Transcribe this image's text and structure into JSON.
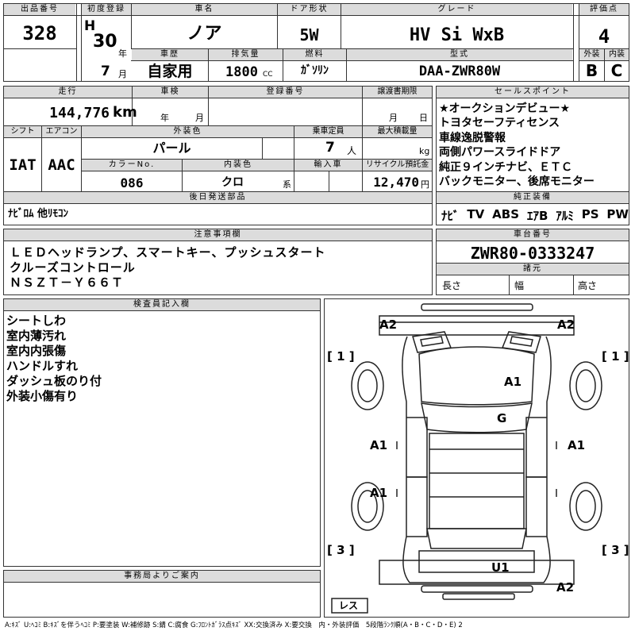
{
  "headers": {
    "lot_no": "出品番号",
    "first_reg": "初度登録",
    "car_name": "車名",
    "door": "ドア形状",
    "grade": "グレード",
    "score": "評価点",
    "history": "車歴",
    "displacement": "排気量",
    "fuel": "燃料",
    "model_code": "型式",
    "exterior": "外装",
    "interior": "内装",
    "mileage": "走行",
    "inspection": "車検",
    "reg_no": "登録番号",
    "transfer_deadline": "譲渡書期限",
    "sales_points": "セールスポイント",
    "shift": "シフト",
    "aircon": "エアコン",
    "ext_color": "外装色",
    "capacity": "乗車定員",
    "max_load": "最大積載量",
    "color_no": "カラーNo.",
    "int_color": "内装色",
    "import": "輸入車",
    "recycle": "リサイクル預託金",
    "genuine_equip": "純正装備",
    "later_parts": "後日発送部品",
    "notes": "注意事項欄",
    "chassis_no": "車台番号",
    "dimensions": "諸元",
    "inspector": "検査員記入欄",
    "office": "事務局よりご案内"
  },
  "values": {
    "lot_no": "328",
    "era_letter": "H",
    "era_year": "30",
    "year_unit": "年",
    "month": "7",
    "month_unit": "月",
    "car_name": "ノア",
    "door": "5W",
    "grade": "HV Si WxB",
    "score": "4",
    "history": "自家用",
    "displacement": "1800",
    "displacement_unit": "CC",
    "fuel": "ｶﾞｿﾘﾝ",
    "model_code": "DAA-ZWR80W",
    "exterior_grade": "B",
    "interior_grade": "C",
    "mileage": "144,776",
    "mileage_unit": "km",
    "insp_year_unit": "年",
    "insp_month_unit": "月",
    "transfer_month_unit": "月",
    "transfer_day_unit": "日",
    "shift": "IAT",
    "aircon": "AAC",
    "ext_color": "パール",
    "capacity": "7",
    "capacity_unit": "人",
    "max_load_unit": "kg",
    "color_no": "086",
    "int_color": "クロ",
    "int_color_unit": "系",
    "recycle": "12,470",
    "recycle_unit": "円",
    "later_parts": "ﾅﾋﾞﾛﾑ 他ﾘﾓｺﾝ",
    "chassis_no": "ZWR80-0333247",
    "length_label": "長さ",
    "width_label": "幅",
    "height_label": "高さ"
  },
  "sales_points": [
    "★オークションデビュー★",
    "トヨタセーフティセンス",
    "車線逸脱警報",
    "両側パワースライドドア",
    "純正９インチナビ、ＥＴＣ",
    "バックモニター、後席モニター"
  ],
  "equipment": [
    "ﾅﾋﾞ",
    "TV",
    "ABS",
    "ｴｱB",
    "ｱﾙﾐ",
    "PS",
    "PW"
  ],
  "notes": [
    "ＬＥＤヘッドランプ、スマートキー、プッシュスタート",
    "クルーズコントロール",
    "ＮＳＺＴ－Ｙ６６Ｔ"
  ],
  "inspector_notes": [
    "シートしわ",
    "室内薄汚れ",
    "室内内張傷",
    "ハンドルすれ",
    "ダッシュ板のり付",
    "外装小傷有り"
  ],
  "damage_marks": {
    "front_left": "A2",
    "front_right": "A2",
    "hood": "A1",
    "windshield": "G",
    "left_front_door": "A1",
    "right_front_door": "A1",
    "left_rear_door": "A1",
    "rear_bumper_upper": "U1",
    "rear_bumper_lower": "A2",
    "wheel_tl": "1",
    "wheel_tr": "1",
    "wheel_bl": "3",
    "wheel_br": "3",
    "spare": "レス"
  },
  "legend": "A:ｷｽﾞ U:ﾍｺﾐ B:ｷｽﾞを伴うﾍｺﾐ P:要塗装 W:補修跡 S:錆 C:腐食 G:ﾌﾛﾝﾄｶﾞﾗｽ点ｷｽﾞ XX:交換済み X:要交換　内・外装評価　5段階ﾗﾝｸ順(A・B・C・D・E) 2"
}
